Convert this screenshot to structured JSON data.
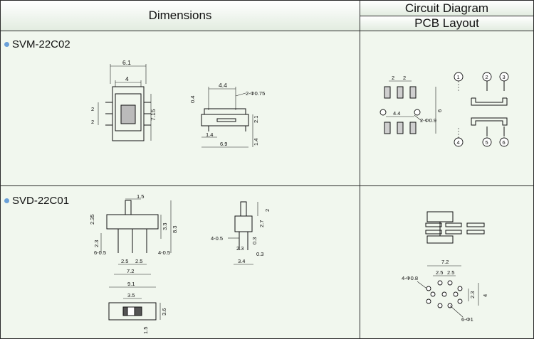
{
  "header": {
    "dimensions": "Dimensions",
    "circuit": "Circuit Diagram",
    "pcb": "PCB Layout"
  },
  "products": [
    {
      "model": "SVM-22C02",
      "front": {
        "w_outer": "6.1",
        "w_inner": "4",
        "pitch_a": "2",
        "pitch_b": "2",
        "height": "7.15"
      },
      "side": {
        "top": "4.4",
        "t": "0.4",
        "holes": "2-Φ0.75",
        "h1": "2.1",
        "base": "1.4",
        "len": "6.9",
        "h2": "1.4"
      },
      "pcb": {
        "p1": "2",
        "p2": "2",
        "span": "4.4",
        "holes": "2-Φ0.9",
        "row": "6"
      },
      "pins": [
        "1",
        "2",
        "3",
        "4",
        "5",
        "6"
      ]
    },
    {
      "model": "SVD-22C01",
      "front": {
        "knob": "1.5",
        "h_top": "2.35",
        "h_mid": "3.3",
        "h_total": "8.3",
        "h_leg": "2.3",
        "left_w": "6-0.5",
        "right_w": "4-0.5",
        "p1": "2.5",
        "p2": "2.5",
        "span": "7.2"
      },
      "side": {
        "w_top": "2",
        "h": "2.7",
        "legs": "4-0.5",
        "h2": "0.3",
        "w": "2.3",
        "depth": "3.4",
        "h3": "0.3"
      },
      "top": {
        "w": "9.1",
        "win": "3.5",
        "h": "3.6",
        "d": "1.5"
      },
      "pcb": {
        "span": "7.2",
        "p1": "2.5",
        "p2": "2.5",
        "holes_a": "4-Φ0.8",
        "h1": "2.3",
        "h2": "4",
        "holes_b": "6-Φ1"
      }
    }
  ]
}
